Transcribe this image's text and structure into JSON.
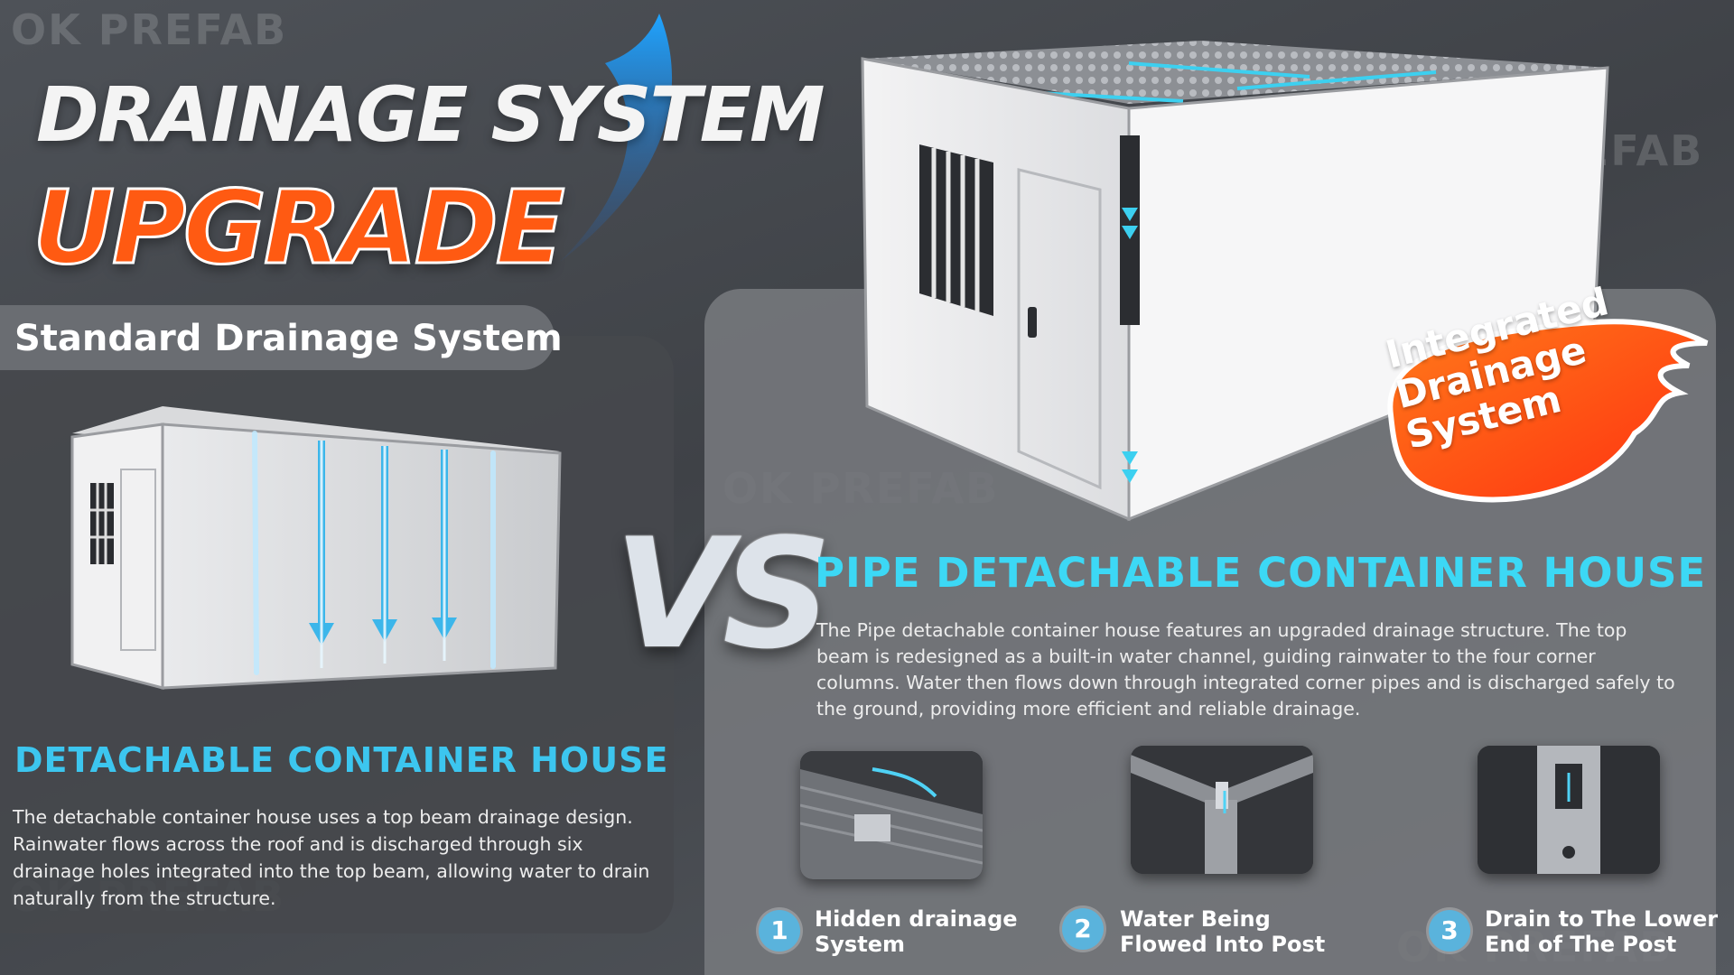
{
  "watermark": "OK PREFAB",
  "header": {
    "title_line1": "DRAINAGE SYSTEM",
    "title_line2": "UPGRADE"
  },
  "left": {
    "section_label": "Standard Drainage System",
    "title": "DETACHABLE CONTAINER HOUSE",
    "description": "The detachable container house uses a top beam drainage design. Rainwater flows across the roof and is discharged through six drainage holes integrated into the top beam, allowing water to drain naturally from the structure."
  },
  "vs": "VS",
  "right": {
    "title": "PIPE DETACHABLE CONTAINER HOUSE",
    "description": "The Pipe detachable container house features an upgraded drainage structure. The top beam is redesigned as a built-in water channel, guiding rainwater to the four corner columns. Water then flows down through integrated corner pipes and is discharged safely to the ground, providing more efficient and reliable drainage.",
    "badge": "Integrated Drainage System",
    "steps": [
      {
        "num": "1",
        "label": "Hidden drainage System"
      },
      {
        "num": "2",
        "label": "Water Being Flowed Into Post"
      },
      {
        "num": "3",
        "label": "Drain to The Lower End of The Post"
      }
    ]
  },
  "colors": {
    "accent_cyan": "#3cd8f5",
    "accent_orange": "#ff5a12",
    "step_circle": "#5ab3dc"
  }
}
